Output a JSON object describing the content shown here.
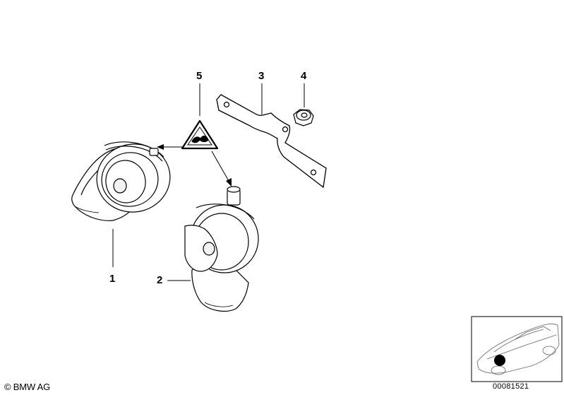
{
  "callouts": {
    "horn_low": "1",
    "horn_high": "2",
    "bracket": "3",
    "nut": "4",
    "warning_label": "5"
  },
  "footer": {
    "copyright": "© BMW AG",
    "image_number": "00081521"
  },
  "icons": {
    "warning_label": "warning-triangle-icon",
    "locator": "car-locator-icon"
  }
}
